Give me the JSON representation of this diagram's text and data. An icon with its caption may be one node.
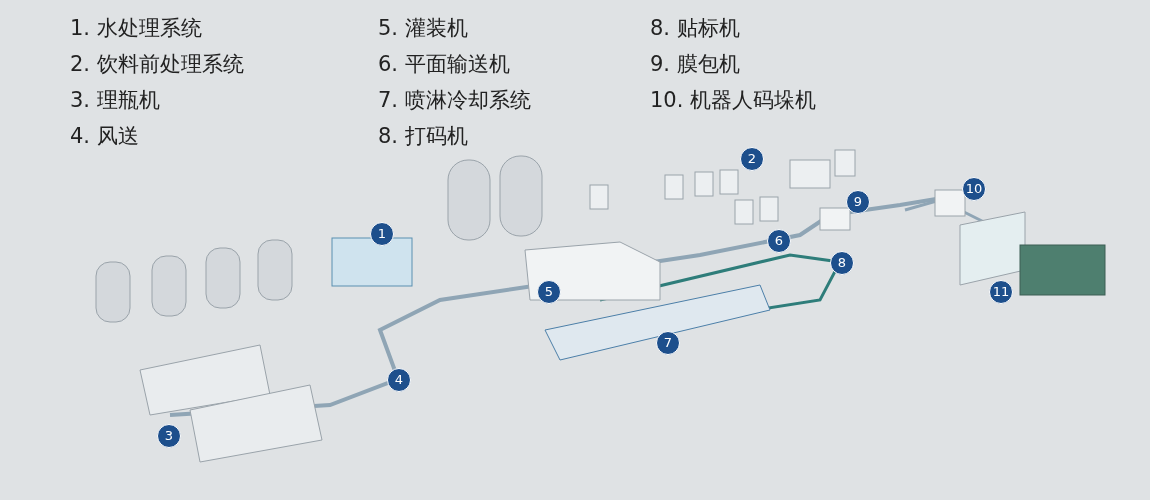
{
  "diagram": {
    "labels": [
      "1. 水处理系统",
      "2. 饮料前处理系统",
      "3. 理瓶机",
      "4. 风送",
      "5. 灌装机",
      "6. 平面输送机",
      "7. 喷淋冷却系统",
      "8. 打码机",
      "8. 贴标机",
      "9. 膜包机",
      "10. 机器人码垛机",
      "1",
      "2",
      "3",
      "4",
      "5",
      "6",
      "7",
      "8",
      "9",
      "10",
      "11"
    ]
  }
}
